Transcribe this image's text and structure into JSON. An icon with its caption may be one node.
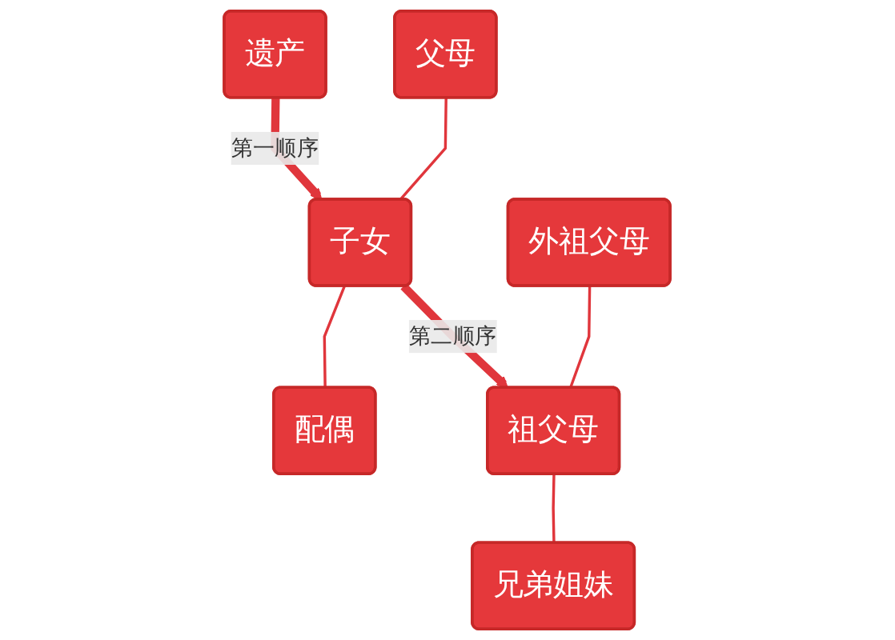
{
  "diagram": {
    "nodes": [
      {
        "text": [
          "遗产"
        ]
      },
      {
        "text": [
          "父母"
        ]
      },
      {
        "text": [
          "子女"
        ]
      },
      {
        "text": [
          "配偶"
        ]
      },
      {
        "text": [
          "外祖父母"
        ]
      },
      {
        "text": [
          "祖父母"
        ]
      },
      {
        "text": [
          "兄弟姐妹"
        ]
      }
    ],
    "edges": [
      {
        "from": 0,
        "to": 2,
        "arrow": "to",
        "label": "第一顺序",
        "style": "thick"
      },
      {
        "from": 1,
        "to": 2,
        "arrow": "none"
      },
      {
        "from": 2,
        "to": 3,
        "arrow": "none"
      },
      {
        "from": 2,
        "to": 5,
        "arrow": "to",
        "label": "第二顺序",
        "style": "thick"
      },
      {
        "from": 4,
        "to": 5,
        "arrow": "none"
      },
      {
        "from": 5,
        "to": 6,
        "arrow": "none"
      }
    ]
  }
}
